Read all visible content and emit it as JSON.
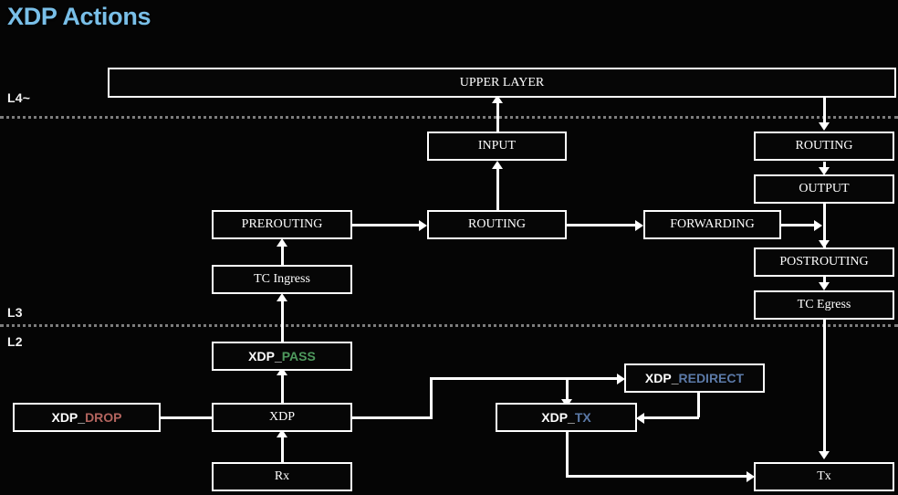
{
  "title": "XDP Actions",
  "colors": {
    "background": "#050505",
    "title": "#79bfe8",
    "stroke": "#ffffff",
    "separator": "#7d7d7d",
    "pass_green": "#4f9a5e",
    "drop_red": "#b2645e",
    "redirect_blue": "#5b79a7"
  },
  "layers": [
    {
      "label": "L4~"
    },
    {
      "label": "L3"
    },
    {
      "label": "L2"
    }
  ],
  "nodes": {
    "upper_layer": {
      "label": "UPPER LAYER"
    },
    "input": {
      "label": "INPUT"
    },
    "routing_right": {
      "label": "ROUTING"
    },
    "prerouting": {
      "label": "PREROUTING"
    },
    "routing_mid": {
      "label": "ROUTING"
    },
    "forwarding": {
      "label": "FORWARDING"
    },
    "output": {
      "label": "OUTPUT"
    },
    "tc_ingress": {
      "label": "TC Ingress"
    },
    "postrouting": {
      "label": "POSTROUTING"
    },
    "tc_egress": {
      "label": "TC Egress"
    },
    "xdp_pass": {
      "prefix": "XDP_",
      "keyword": "PASS"
    },
    "xdp_drop": {
      "prefix": "XDP_",
      "keyword": "DROP"
    },
    "xdp": {
      "label": "XDP"
    },
    "xdp_redirect": {
      "prefix": "XDP_",
      "keyword": "REDIRECT"
    },
    "xdp_tx": {
      "prefix": "XDP_",
      "keyword": "TX"
    },
    "rx": {
      "label": "Rx"
    },
    "tx": {
      "label": "Tx"
    }
  }
}
